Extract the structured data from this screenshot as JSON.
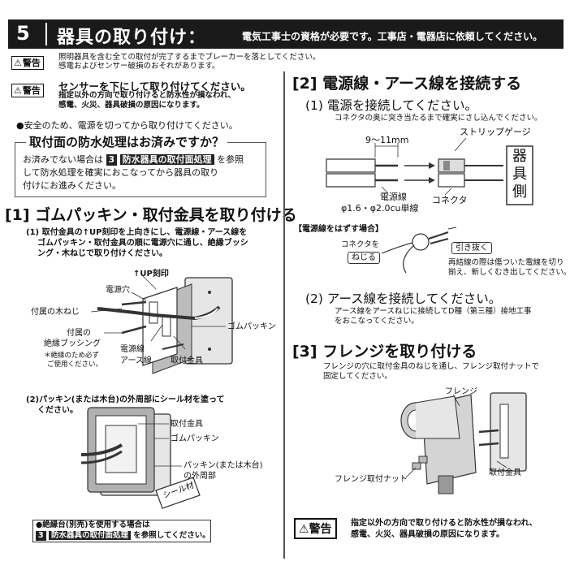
{
  "header": {
    "number": "5",
    "title": "器具の取り付け：",
    "subtitle": "電気工事士の資格が必要です。工事店・電器店に依頼してください。"
  },
  "warnings": {
    "label": "警告",
    "w1_line1": "照明器具を含む全ての取付が完了するまでブレーカーを落としてください。",
    "w1_line2": "感電およびセンサー破損のおそれがあります。",
    "w2_title": "センサーを下にして取り付けてください。",
    "w2_line1": "指定以外の方向で取り付けると防水性が損なわれ、",
    "w2_line2": "感電、火災、器具破損の原因になります。",
    "bottom_line1": "指定以外の方向で取り付けると防水性が損なわれ、",
    "bottom_line2": "感電、火災、器具破損の原因になります。"
  },
  "safety": "●安全のため、電源を切ってから取り付けてください。",
  "waterproof": {
    "title": "取付面の防水処理はお済みですか？",
    "line1_pre": "お済みでない場合は",
    "ref_num": "3",
    "ref_label": "防水器具の取付面処理",
    "line1_post": "を参照",
    "line2": "して防水処理を確実におこなってから器具の取り",
    "line3": "付けにお進みください。"
  },
  "section1": {
    "title": "[1] ゴムパッキン・取付金具を取り付ける",
    "step1_line1": "(1) 取付金具の↑UP刻印を上向きにし、電源線・アース線を",
    "step1_line2": "ゴムパッキン・取付金具の順に電源穴に通し、絶縁ブッシ",
    "step1_line3": "ング・木ねじで取り付けください。",
    "labels": {
      "up": "↑UP刻印",
      "hole": "電源穴",
      "screw": "付属の木ねじ",
      "bushing1": "付属の",
      "bushing2": "絶縁ブッシング",
      "bushing_note1": "＊絶縁のため必ず",
      "bushing_note2": "ご使用ください。",
      "power1": "電源線",
      "power2": "アース線",
      "bracket": "取付金具",
      "packing": "ゴムパッキン"
    },
    "step2_line1": "(2)パッキン(または木台)の外周部にシール材を塗って",
    "step2_line2": "ください。",
    "labels2": {
      "bracket": "取付金具",
      "packing": "ゴムパッキン",
      "outer1": "パッキン(または木台)",
      "outer2": "の外周部",
      "seal": "シール材"
    },
    "note_line1": "●絶縁台(別売)を使用する場合は",
    "note_ref_num": "3",
    "note_ref_label": "防水器具の取付面処理",
    "note_line2_post": "を参照してください。"
  },
  "section2": {
    "title": "[2] 電源線・アース線を接続する",
    "sub1": "(1) 電源を接続してください。",
    "sub1_desc": "コネクタの奥に突き当たるまで確実にさし込んでください。",
    "strip_gauge": "ストリップゲージ",
    "length": "9～11mm",
    "wire1": "電源線",
    "wire2": "φ1.6・φ2.0cu単線",
    "connector": "コネクタ",
    "fixture_side": [
      "器",
      "具",
      "側"
    ],
    "remove_title": "【電源線をはずす場合】",
    "twist1": "コネクタを",
    "twist2": "ねじる",
    "pull": "引き抜く",
    "remove_line1": "再結線の際は傷ついた電線を切り",
    "remove_line2": "揃え、新しくむき出してください。",
    "sub2": "(2) アース線を接続してください。",
    "sub2_line1": "アース線をアースねじに接続してD種（第三種）接地工事",
    "sub2_line2": "をおこなってください。"
  },
  "section3": {
    "title": "[3] フレンジを取り付ける",
    "line1": "フレンジの穴に取付金具のねじを通し、フレンジ取付ナットで",
    "line2": "固定してください。",
    "flange": "フレンジ",
    "nut": "フレンジ取付ナット",
    "bracket": "取付金具"
  }
}
